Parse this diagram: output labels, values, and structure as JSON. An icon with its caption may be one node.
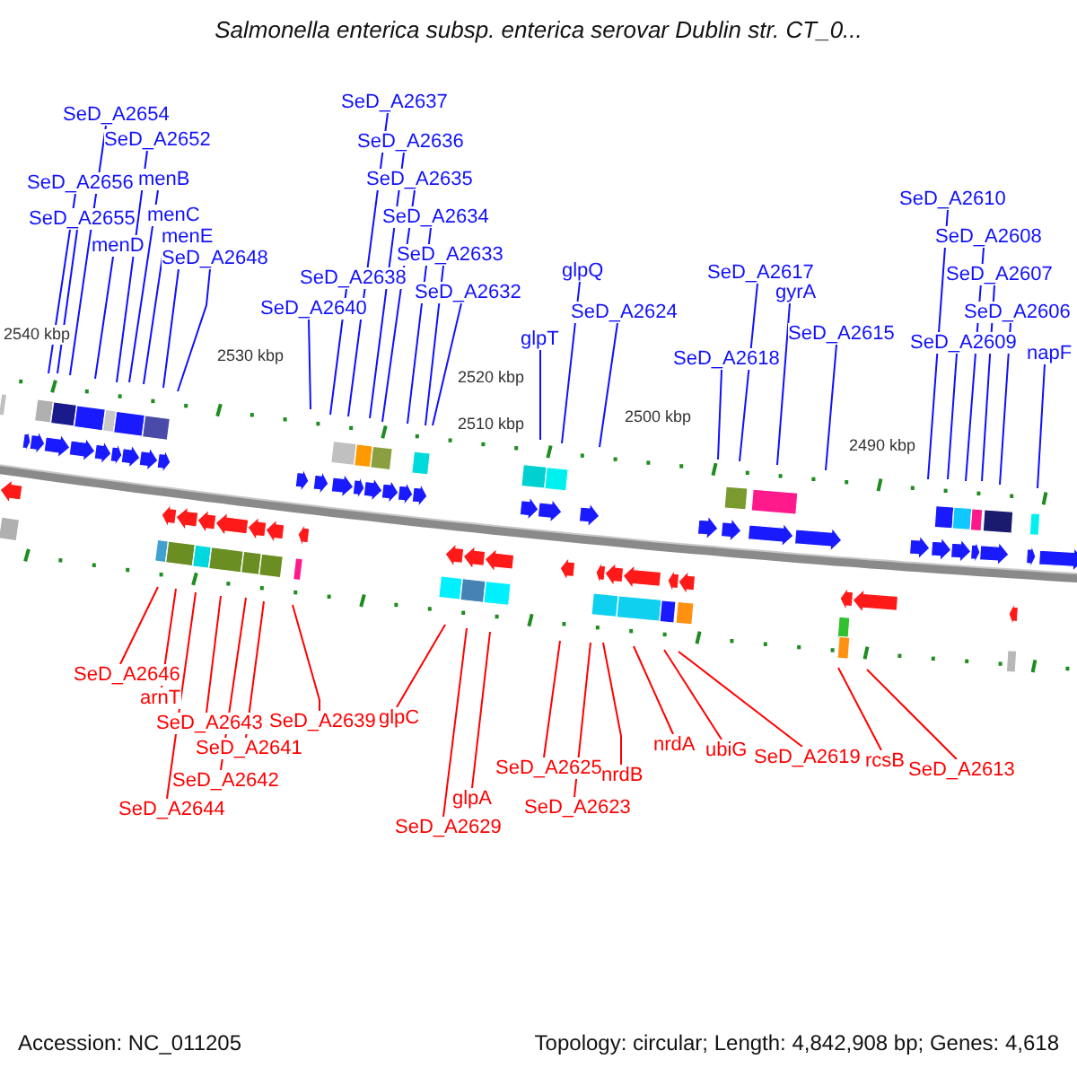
{
  "diagram": {
    "title": "Salmonella enterica subsp. enterica serovar Dublin str. CT_0...",
    "nodes": [
      {
        "text": [
          "SeD_A2654"
        ]
      },
      {
        "text": [
          "SeD_A2652"
        ]
      },
      {
        "text": [
          "SeD_A2656"
        ]
      },
      {
        "text": [
          "menB"
        ]
      },
      {
        "text": [
          "SeD_A2655"
        ]
      },
      {
        "text": [
          "menC"
        ]
      },
      {
        "text": [
          "menE"
        ]
      },
      {
        "text": [
          "menD"
        ]
      },
      {
        "text": [
          "SeD_A2648"
        ]
      },
      {
        "text": [
          "SeD_A2637"
        ]
      },
      {
        "text": [
          "SeD_A2636"
        ]
      },
      {
        "text": [
          "SeD_A2635"
        ]
      },
      {
        "text": [
          "SeD_A2634"
        ]
      },
      {
        "text": [
          "SeD_A2633"
        ]
      },
      {
        "text": [
          "SeD_A2638"
        ]
      },
      {
        "text": [
          "SeD_A2632"
        ]
      },
      {
        "text": [
          "SeD_A2640"
        ]
      },
      {
        "text": [
          "glpQ"
        ]
      },
      {
        "text": [
          "SeD_A2624"
        ]
      },
      {
        "text": [
          "glpT"
        ]
      },
      {
        "text": [
          "SeD_A2617"
        ]
      },
      {
        "text": [
          "gyrA"
        ]
      },
      {
        "text": [
          "SeD_A2615"
        ]
      },
      {
        "text": [
          "SeD_A2618"
        ]
      },
      {
        "text": [
          "SeD_A2610"
        ]
      },
      {
        "text": [
          "SeD_A2608"
        ]
      },
      {
        "text": [
          "SeD_A2607"
        ]
      },
      {
        "text": [
          "SeD_A2606"
        ]
      },
      {
        "text": [
          "SeD_A2609"
        ]
      },
      {
        "text": [
          "napF"
        ]
      },
      {
        "text": [
          "SeD_A2646"
        ]
      },
      {
        "text": [
          "arnT"
        ]
      },
      {
        "text": [
          "SeD_A2643"
        ]
      },
      {
        "text": [
          "SeD_A2641"
        ]
      },
      {
        "text": [
          "SeD_A2642"
        ]
      },
      {
        "text": [
          "SeD_A2644"
        ]
      },
      {
        "text": [
          "SeD_A2639"
        ]
      },
      {
        "text": [
          "glpC"
        ]
      },
      {
        "text": [
          "glpA"
        ]
      },
      {
        "text": [
          "SeD_A2629"
        ]
      },
      {
        "text": [
          "SeD_A2625"
        ]
      },
      {
        "text": [
          "SeD_A2623"
        ]
      },
      {
        "text": [
          "nrdB"
        ]
      },
      {
        "text": [
          "nrdA"
        ]
      },
      {
        "text": [
          "ubiG"
        ]
      },
      {
        "text": [
          "SeD_A2619"
        ]
      },
      {
        "text": [
          "rcsB"
        ]
      },
      {
        "text": [
          "SeD_A2613"
        ]
      }
    ],
    "edges": [
      {
        "from": 0,
        "to": null,
        "arrow": "none"
      },
      {
        "from": 1,
        "to": null,
        "arrow": "none"
      },
      {
        "from": 2,
        "to": null,
        "arrow": "none"
      },
      {
        "from": 3,
        "to": null,
        "arrow": "none"
      },
      {
        "from": 4,
        "to": null,
        "arrow": "none"
      },
      {
        "from": 5,
        "to": null,
        "arrow": "none"
      },
      {
        "from": 6,
        "to": null,
        "arrow": "none"
      },
      {
        "from": 7,
        "to": null,
        "arrow": "none"
      },
      {
        "from": 8,
        "to": null,
        "arrow": "none"
      },
      {
        "from": 9,
        "to": null,
        "arrow": "none"
      },
      {
        "from": 10,
        "to": null,
        "arrow": "none"
      },
      {
        "from": 11,
        "to": null,
        "arrow": "none"
      },
      {
        "from": 12,
        "to": null,
        "arrow": "none"
      },
      {
        "from": 13,
        "to": null,
        "arrow": "none"
      },
      {
        "from": 14,
        "to": null,
        "arrow": "none"
      },
      {
        "from": 15,
        "to": null,
        "arrow": "none"
      },
      {
        "from": 16,
        "to": null,
        "arrow": "none"
      },
      {
        "from": 17,
        "to": null,
        "arrow": "none"
      },
      {
        "from": 18,
        "to": null,
        "arrow": "none"
      },
      {
        "from": 19,
        "to": null,
        "arrow": "none"
      },
      {
        "from": 20,
        "to": null,
        "arrow": "none"
      },
      {
        "from": 21,
        "to": null,
        "arrow": "none"
      },
      {
        "from": 22,
        "to": null,
        "arrow": "none"
      },
      {
        "from": 23,
        "to": null,
        "arrow": "none"
      },
      {
        "from": 24,
        "to": null,
        "arrow": "none"
      },
      {
        "from": 25,
        "to": null,
        "arrow": "none"
      },
      {
        "from": 26,
        "to": null,
        "arrow": "none"
      },
      {
        "from": 27,
        "to": null,
        "arrow": "none"
      },
      {
        "from": 28,
        "to": null,
        "arrow": "none"
      },
      {
        "from": 29,
        "to": null,
        "arrow": "none"
      },
      {
        "from": 30,
        "to": null,
        "arrow": "none",
        "color": "#ff0000"
      },
      {
        "from": 31,
        "to": null,
        "arrow": "none",
        "color": "#ff0000"
      },
      {
        "from": 32,
        "to": null,
        "arrow": "none",
        "color": "#ff0000"
      },
      {
        "from": 33,
        "to": null,
        "arrow": "none",
        "color": "#ff0000"
      },
      {
        "from": 34,
        "to": null,
        "arrow": "none",
        "color": "#ff0000"
      },
      {
        "from": 35,
        "to": null,
        "arrow": "none",
        "color": "#ff0000"
      },
      {
        "from": 36,
        "to": null,
        "arrow": "none",
        "color": "#ff0000"
      },
      {
        "from": 37,
        "to": null,
        "arrow": "none",
        "color": "#ff0000"
      },
      {
        "from": 38,
        "to": null,
        "arrow": "none",
        "color": "#ff0000"
      },
      {
        "from": 39,
        "to": null,
        "arrow": "none",
        "color": "#ff0000"
      },
      {
        "from": 40,
        "to": null,
        "arrow": "none",
        "color": "#ff0000"
      },
      {
        "from": 41,
        "to": null,
        "arrow": "none",
        "color": "#ff0000"
      },
      {
        "from": 42,
        "to": null,
        "arrow": "none",
        "color": "#ff0000"
      },
      {
        "from": 43,
        "to": null,
        "arrow": "none",
        "color": "#ff0000"
      },
      {
        "from": 44,
        "to": null,
        "arrow": "none",
        "color": "#ff0000"
      },
      {
        "from": 45,
        "to": null,
        "arrow": "none",
        "color": "#ff0000"
      },
      {
        "from": 46,
        "to": null,
        "arrow": "none",
        "color": "#ff0000"
      },
      {
        "from": 47,
        "to": null,
        "arrow": "none",
        "color": "#ff0000"
      }
    ],
    "labels": [
      "2540 kbp",
      "2530 kbp",
      "2520 kbp",
      "2510 kbp",
      "2500 kbp",
      "2490 kbp",
      "Accession: NC_011205",
      "Topology: circular; Length: 4,842,908 bp; Genes: 4,618"
    ]
  }
}
